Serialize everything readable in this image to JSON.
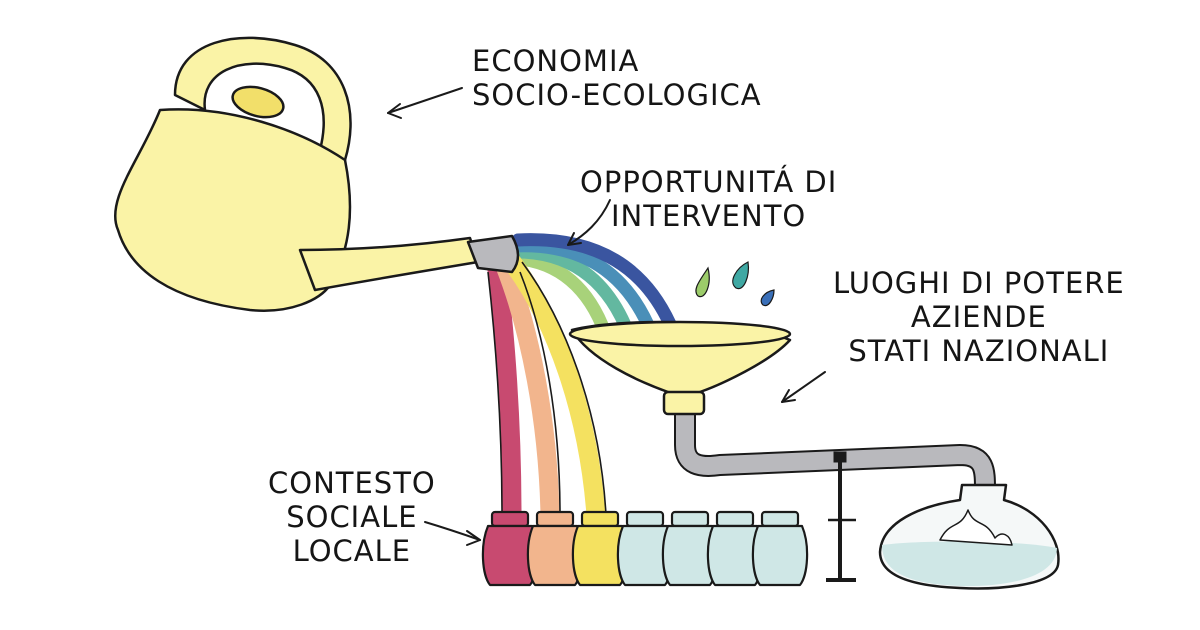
{
  "labels": {
    "economia": [
      "ECONOMIA",
      "SOCIO-ECOLOGICA"
    ],
    "opportunita": [
      "OPPORTUNITÁ DI",
      "INTERVENTO"
    ],
    "luoghi": [
      "LUOGHI DI POTERE",
      "AZIENDE",
      "STATI NAZIONALI"
    ],
    "contesto": [
      "CONTESTO",
      "SOCIALE",
      "LOCALE"
    ]
  },
  "colors": {
    "outline": "#1a1a1a",
    "watering_can": "#faf3a6",
    "funnel": "#faf3a6",
    "pipe": "#b9b9bd",
    "jar_empty": "#cfe7e6",
    "flask_liquid": "#cfe7e6",
    "streams": [
      "#c84a70",
      "#f2b58d",
      "#f4e160",
      "#a8d27a",
      "#63b8a0",
      "#4a8fb8",
      "#3a55a0"
    ],
    "drops": [
      "#9ccc6a",
      "#3fa8a3",
      "#3a6fb8"
    ]
  },
  "icons": [
    "watering-can-icon",
    "funnel-icon",
    "pipe-icon",
    "flask-icon",
    "jar-icon",
    "clamp-stand-icon",
    "arrow-icon"
  ]
}
